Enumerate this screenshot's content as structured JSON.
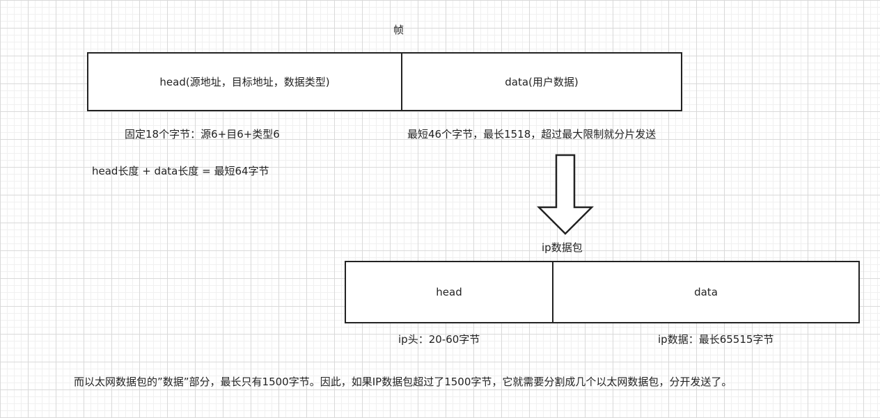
{
  "frame": {
    "title": "帧",
    "head_label": "head(源地址，目标地址，数据类型)",
    "data_label": "data(用户数据)",
    "head_note": "固定18个字节：源6+目6+类型6",
    "data_note": "最短46个字节，最长1518，超过最大限制就分片发送",
    "formula": "head长度 + data长度 = 最短64字节"
  },
  "ip_packet": {
    "title": "ip数据包",
    "head_label": "head",
    "data_label": "data",
    "head_note": "ip头：20-60字节",
    "data_note": "ip数据：最长65515字节"
  },
  "footer_note": "而以太网数据包的”数据”部分，最长只有1500字节。因此，如果IP数据包超过了1500字节，它就需要分割成几个以太网数据包，分开发送了。",
  "arrow": {
    "icon": "down-arrow-icon",
    "color": "#222222"
  }
}
